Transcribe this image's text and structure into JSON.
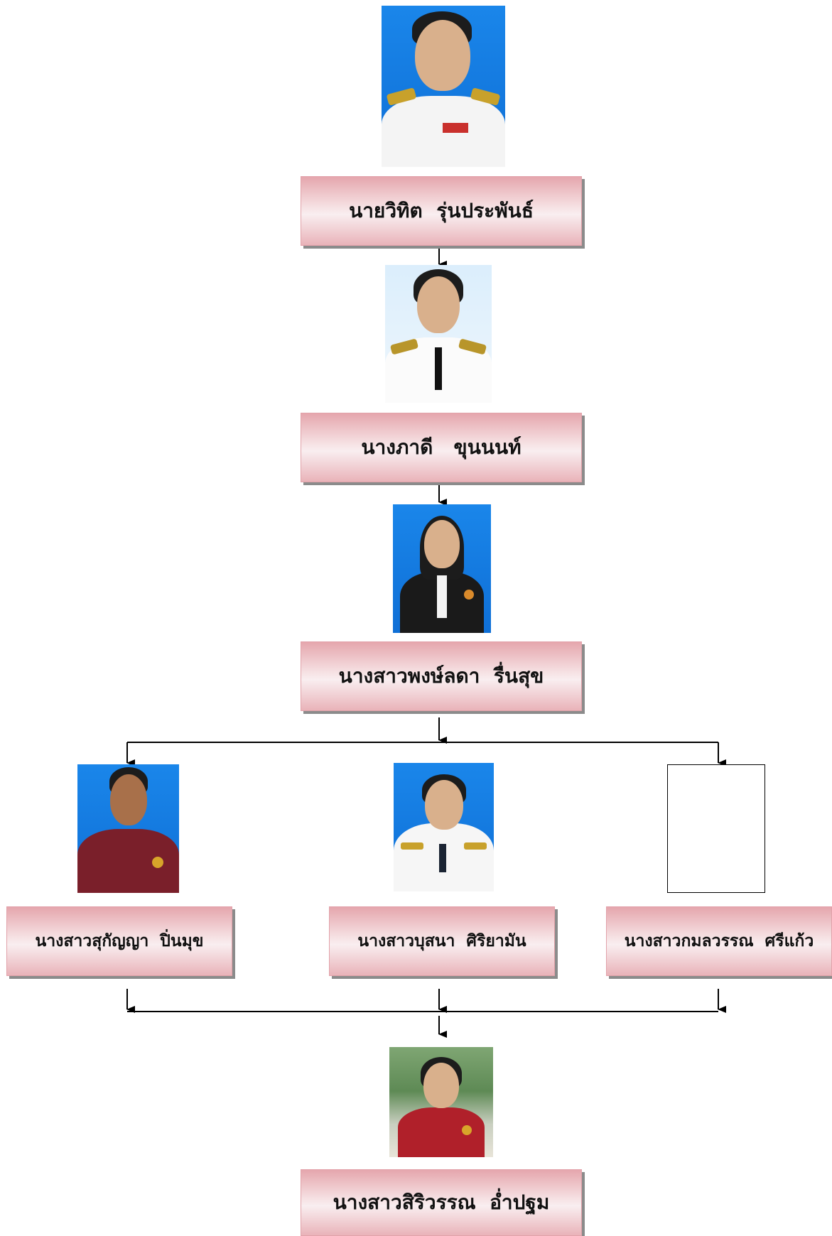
{
  "chart_data": {
    "type": "org-chart",
    "nodes": [
      {
        "id": "n1",
        "name": "นายวิทิต  รุ่นประพันธ์"
      },
      {
        "id": "n2",
        "name": "นางภาดี   ขุนนนท์"
      },
      {
        "id": "n3",
        "name": "นางสาวพงษ์ลดา  รื่นสุข"
      },
      {
        "id": "n4",
        "name": "นางสาวสุกัญญา  ปิ่นมุข"
      },
      {
        "id": "n5",
        "name": "นางสาวบุสนา  ศิริยามัน"
      },
      {
        "id": "n6",
        "name": "นางสาวกมลวรรณ  ศรีแก้ว"
      },
      {
        "id": "n7",
        "name": "นางสาวสิริวรรณ  อ่ำปฐม"
      }
    ],
    "edges": [
      [
        "n1",
        "n2"
      ],
      [
        "n2",
        "n3"
      ],
      [
        "n3",
        "n4"
      ],
      [
        "n3",
        "n5"
      ],
      [
        "n3",
        "n6"
      ],
      [
        "n4",
        "n7"
      ],
      [
        "n5",
        "n7"
      ],
      [
        "n6",
        "n7"
      ]
    ]
  },
  "colors": {
    "box_fill_edge": "#e5a6ad",
    "box_fill_center": "#f9eef0",
    "photo_background": "#1a86ea",
    "line": "#000000"
  }
}
